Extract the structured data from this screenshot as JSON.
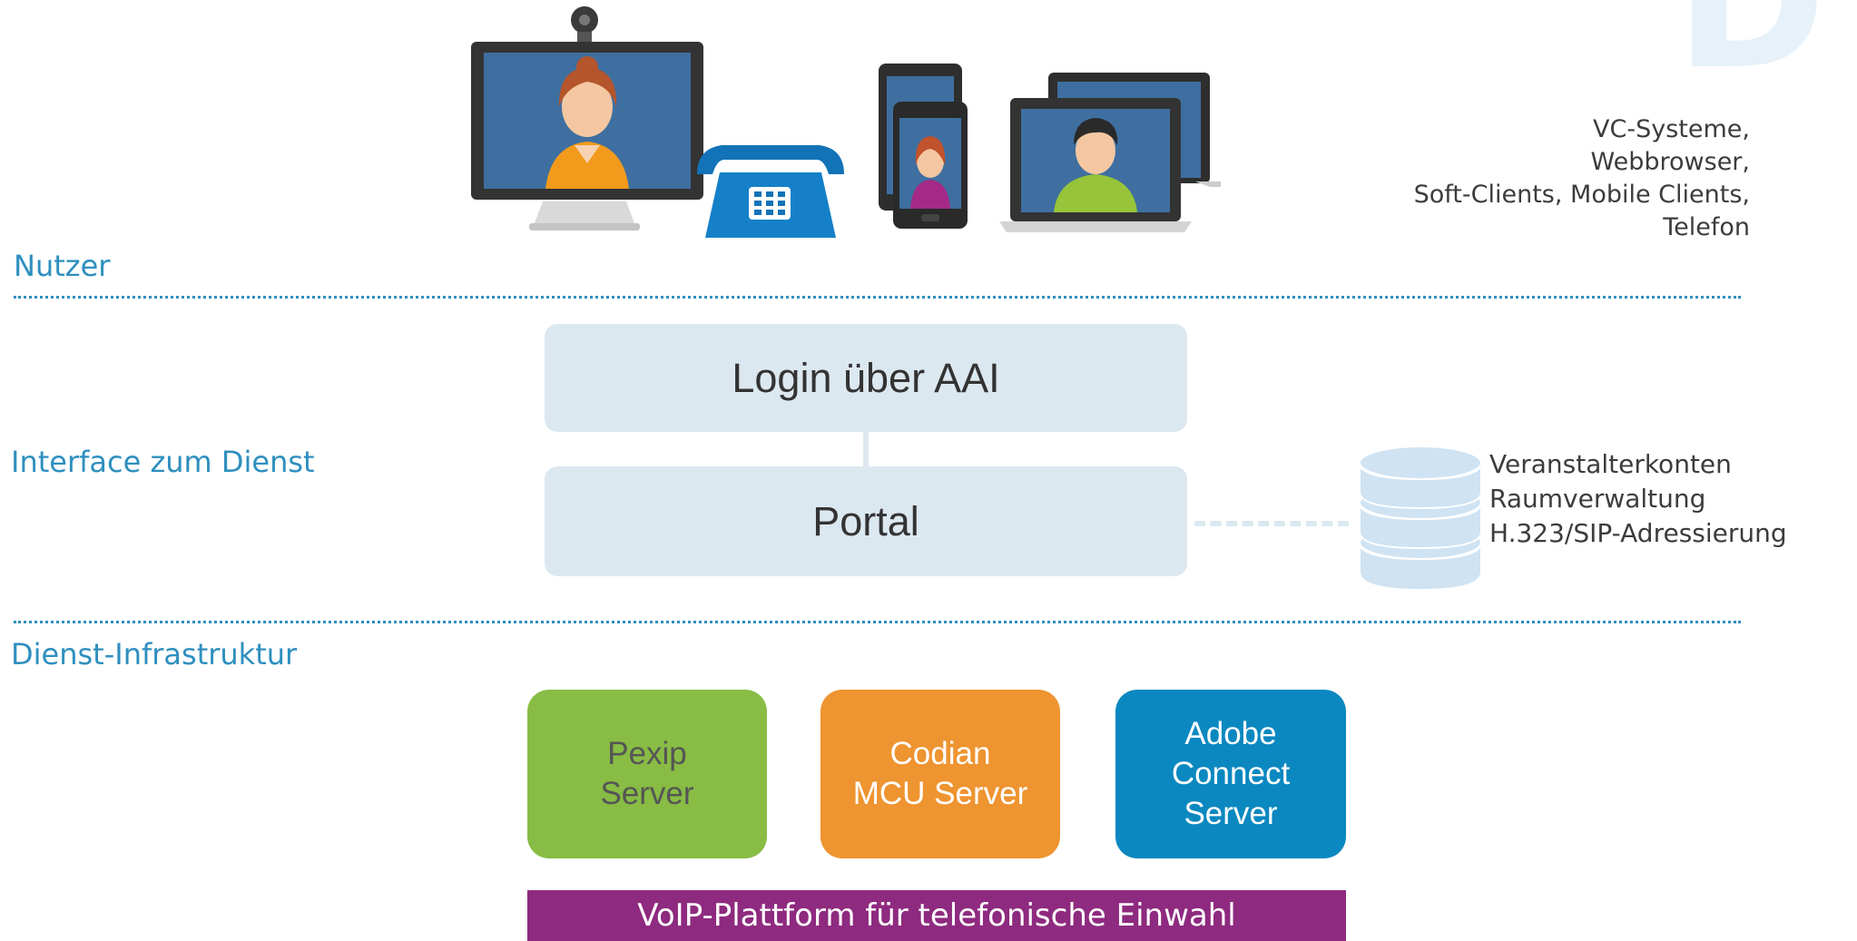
{
  "corner_watermark": "D",
  "layers": {
    "nutzer": "Nutzer",
    "interface": "Interface zum Dienst",
    "infrastruktur": "Dienst-Infrastruktur"
  },
  "devices_caption": [
    "VC-Systeme,",
    "Webbrowser,",
    "Soft-Clients, Mobile Clients,",
    "Telefon"
  ],
  "portal": {
    "login_label": "Login über AAI",
    "portal_label": "Portal"
  },
  "database": {
    "lines": [
      "Veranstalterkonten",
      "Raumverwaltung",
      "H.323/SIP-Adressierung"
    ]
  },
  "servers": [
    {
      "lines": [
        "Pexip",
        "Server"
      ],
      "bg": "#88bc44",
      "fg": "#555555"
    },
    {
      "lines": [
        "Codian",
        "MCU Server"
      ],
      "bg": "#ee9430",
      "fg": "#ffffff"
    },
    {
      "lines": [
        "Adobe",
        "Connect",
        "Server"
      ],
      "bg": "#0b88c0",
      "fg": "#ffffff"
    }
  ],
  "voip_label": "VoIP-Plattform für telefonische Einwahl",
  "colors": {
    "accent_blue": "#2e8fbf",
    "portal_bg": "#dce8f0",
    "voip_purple": "#8e2a7f"
  },
  "icons": [
    "vc-system-icon",
    "desk-phone-icon",
    "tablet-icon",
    "smartphone-icon",
    "laptop-icon",
    "database-icon"
  ]
}
